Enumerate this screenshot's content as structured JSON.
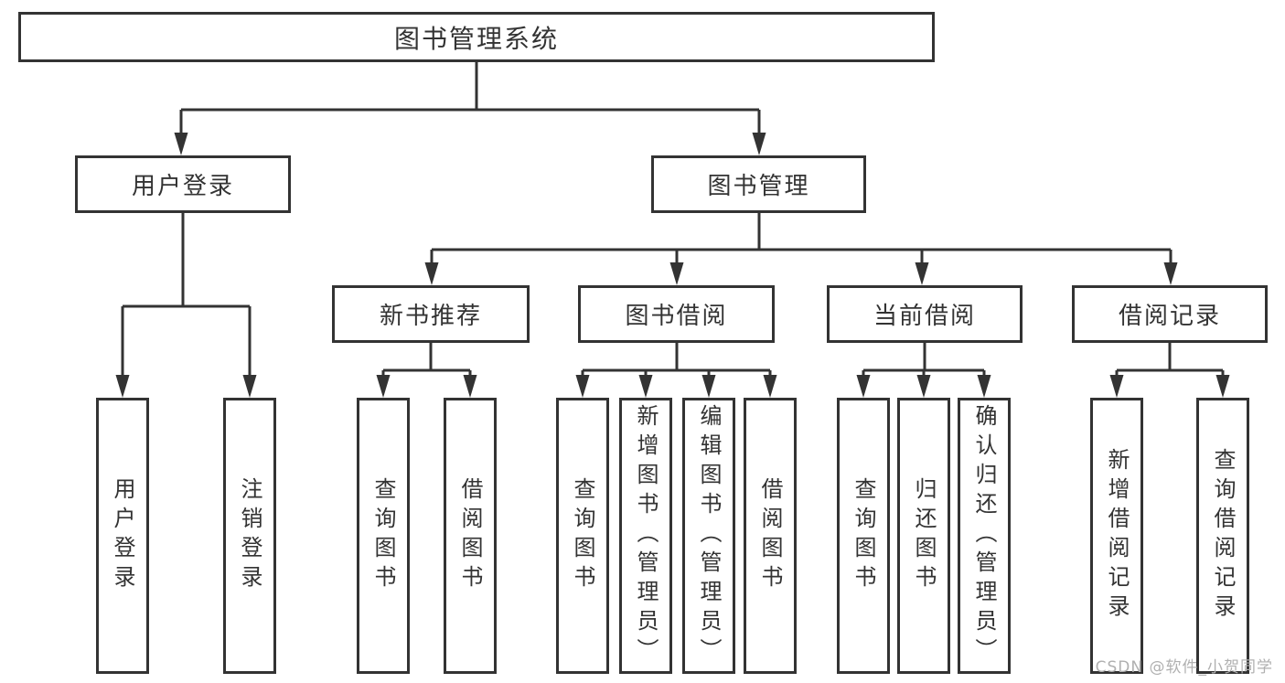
{
  "diagram": {
    "root": "图书管理系统",
    "branches": [
      {
        "label": "用户登录",
        "children": [
          {
            "label": "用户登录"
          },
          {
            "label": "注销登录"
          }
        ]
      },
      {
        "label": "图书管理",
        "children": [
          {
            "label": "新书推荐",
            "children": [
              {
                "label": "查询图书"
              },
              {
                "label": "借阅图书"
              }
            ]
          },
          {
            "label": "图书借阅",
            "children": [
              {
                "label": "查询图书"
              },
              {
                "label": "新增图书（管理员）"
              },
              {
                "label": "编辑图书（管理员）"
              },
              {
                "label": "借阅图书"
              }
            ]
          },
          {
            "label": "当前借阅",
            "children": [
              {
                "label": "查询图书"
              },
              {
                "label": "归还图书"
              },
              {
                "label": "确认归还（管理员）"
              }
            ]
          },
          {
            "label": "借阅记录",
            "children": [
              {
                "label": "新增借阅记录"
              },
              {
                "label": "查询借阅记录"
              }
            ]
          }
        ]
      }
    ]
  },
  "watermark": "CSDN @软件_小贺同学",
  "colors": {
    "line": "#333333",
    "text": "#333333",
    "background": "#ffffff",
    "watermark": "#b0b0b0"
  }
}
